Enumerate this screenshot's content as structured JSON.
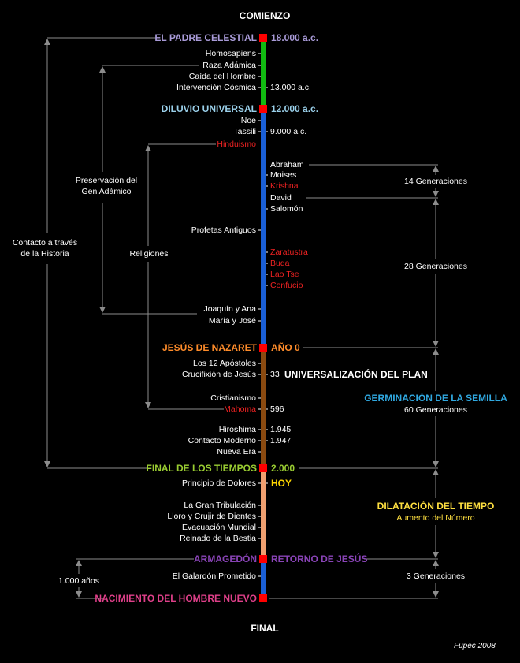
{
  "header": {
    "start": "COMIENZO",
    "end": "FINAL",
    "credit": "Fupec 2008"
  },
  "colors": {
    "bg": "#000000",
    "white": "#ffffff",
    "gray": "#8c8c8c",
    "red_marker": "#ff0000",
    "green": "#11bb11",
    "blue": "#1a5fd6",
    "brown": "#8a4a10",
    "salmon": "#f0a070",
    "violet": "#a99bd8",
    "cyan": "#9ad0ea",
    "orange": "#ff8c2a",
    "red_text": "#ee2222",
    "lime": "#9acd32",
    "gold": "#ffd700",
    "purple": "#8a44b8",
    "magenta": "#e0408a",
    "sky": "#30a8e0",
    "yellow": "#ffe040"
  },
  "milestones": {
    "padre": {
      "name": "EL PADRE CELESTIAL",
      "date": "18.000 a.c."
    },
    "diluvio": {
      "name": "DILUVIO UNIVERSAL",
      "date": "12.000 a.c."
    },
    "jesus": {
      "name": "JESÚS DE NAZARET",
      "date": "AÑO 0"
    },
    "final_tiempos": {
      "name": "FINAL DE LOS TIEMPOS",
      "date": "2.000"
    },
    "armagedon": {
      "name": "ARMAGEDÓN",
      "date": "RETORNO DE JESÚS"
    },
    "nacimiento": {
      "name": "NACIMIENTO DEL HOMBRE NUEVO"
    }
  },
  "events_left": {
    "homosapiens": "Homosapiens",
    "raza": "Raza Adámica",
    "caida": "Caída del Hombre",
    "intervencion": "Intervención Cósmica",
    "noe": "Noe",
    "tassili": "Tassili",
    "hinduismo": "Hinduismo",
    "profetas": "Profetas Antiguos",
    "joaquin": "Joaquín y Ana",
    "maria": "María y José",
    "apostoles": "Los 12 Apóstoles",
    "crucifixion": "Crucifixión de Jesús",
    "cristianismo": "Cristianismo",
    "mahoma": "Mahoma",
    "hiroshima": "Hiroshima",
    "contacto_moderno": "Contacto Moderno",
    "nueva_era": "Nueva Era",
    "principio": "Principio de Dolores",
    "tribulacion": "La Gran Tribulación",
    "lloro": "Lloro y Crujir de Dientes",
    "evacuacion": "Evacuación Mundial",
    "reinado": "Reinado de la Bestia",
    "galardon": "El Galardón Prometido"
  },
  "events_right": {
    "y13000": "13.000 a.c.",
    "y9000": "9.000 a.c.",
    "abraham": "Abraham",
    "moises": "Moises",
    "krishna": "Krishna",
    "david": "David",
    "salomon": "Salomón",
    "zaratustra": "Zaratustra",
    "buda": "Buda",
    "laotse": "Lao Tse",
    "confucio": "Confucio",
    "y33": "33",
    "universalizacion": "UNIVERSALIZACIÓN DEL PLAN",
    "y596": "596",
    "y1945": "1.945",
    "y1947": "1.947",
    "hoy": "HOY"
  },
  "spans": {
    "contacto": [
      "Contacto a través",
      "de la Historia"
    ],
    "preservacion": [
      "Preservación del",
      "Gen Adámico"
    ],
    "religiones": "Religiones",
    "g14": "14 Generaciones",
    "g28": "28 Generaciones",
    "germinacion": "GERMINACIÓN DE LA SEMILLA",
    "g60": "60 Generaciones",
    "dilatacion": "DILATACIÓN DEL TIEMPO",
    "aumento": "Aumento del Número",
    "g3": "3 Generaciones",
    "mil": "1.000 años"
  }
}
